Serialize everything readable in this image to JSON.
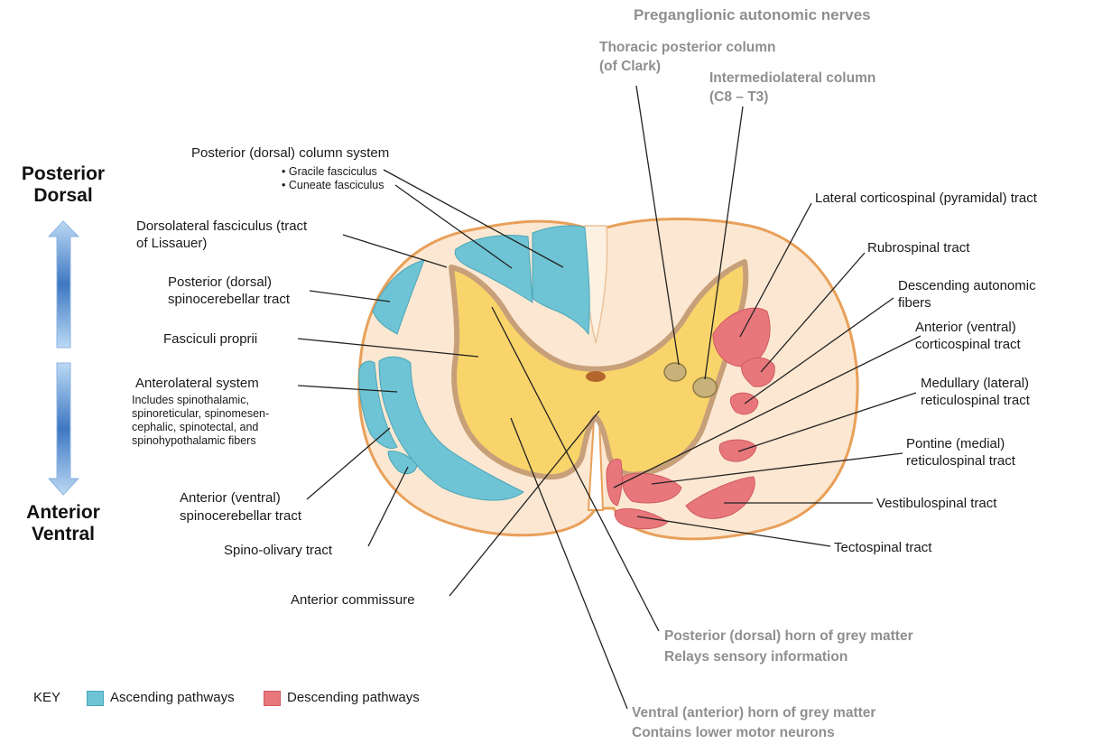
{
  "header": {
    "preganglionic": "Preganglionic autonomic nerves",
    "thoracic_line1": "Thoracic posterior column",
    "thoracic_line2": "(of Clark)",
    "intermedio_line1": "Intermediolateral column",
    "intermedio_line2": "(C8 – T3)"
  },
  "orientation": {
    "posterior": "Posterior",
    "dorsal": "Dorsal",
    "anterior": "Anterior",
    "ventral": "Ventral"
  },
  "left_labels": {
    "posterior_column": "Posterior (dorsal) column system",
    "gracile": "• Gracile fasciculus",
    "cuneate": "• Cuneate fasciculus",
    "dorsolateral_1": "Dorsolateral fasciculus (tract",
    "dorsolateral_2": "of Lissauer)",
    "post_spino_1": "Posterior (dorsal)",
    "post_spino_2": "spinocerebellar tract",
    "fasciculi": "Fasciculi proprii",
    "anterolateral": "Anterolateral system",
    "includes_1": "Includes spinothalamic,",
    "includes_2": "spinoreticular, spinomesen-",
    "includes_3": "cephalic, spinotectal, and",
    "includes_4": "spinohypothalamic fibers",
    "ant_spino_1": "Anterior (ventral)",
    "ant_spino_2": "spinocerebellar tract",
    "spino_olivary": "Spino-olivary tract",
    "ant_commissure": "Anterior commissure"
  },
  "right_labels": {
    "lat_cortico": "Lateral corticospinal (pyramidal) tract",
    "rubrospinal": "Rubrospinal tract",
    "desc_auto_1": "Descending autonomic",
    "desc_auto_2": "fibers",
    "ant_cortico_1": "Anterior (ventral)",
    "ant_cortico_2": "corticospinal tract",
    "medullary_1": "Medullary (lateral)",
    "medullary_2": "reticulospinal tract",
    "pontine_1": "Pontine (medial)",
    "pontine_2": "reticulospinal tract",
    "vestibulo": "Vestibulospinal tract",
    "tecto": "Tectospinal tract"
  },
  "bottom_labels": {
    "post_horn_1": "Posterior (dorsal) horn of grey matter",
    "post_horn_2": "Relays sensory information",
    "ventral_horn_1": "Ventral (anterior) horn of grey matter",
    "ventral_horn_2": "Contains lower motor neurons"
  },
  "key": {
    "title": "KEY",
    "ascending": "Ascending pathways",
    "descending": "Descending pathways"
  },
  "colors": {
    "ascending": "#6ec4d4",
    "descending": "#e8777c",
    "grey_matter": "#f9d46a",
    "white_matter": "#fce8d2",
    "outline": "#e8a05a"
  }
}
